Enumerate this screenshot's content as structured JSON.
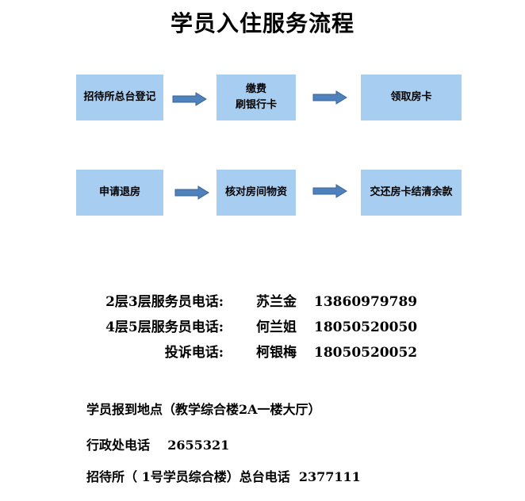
{
  "title": "学员入住服务流程",
  "flow": {
    "row1": [
      "招待所总台登记",
      "缴费\n刷银行卡",
      "领取房卡"
    ],
    "row2": [
      "申请退房",
      "核对房间物资",
      "交还房卡结清余款"
    ]
  },
  "colors": {
    "box_fill": "#a7cdf0",
    "arrow_fill": "#4f81bd",
    "arrow_stroke": "#3a6595"
  },
  "contacts": [
    {
      "label": "2层3层服务员电话:",
      "name": "苏兰金",
      "phone": "13860979789"
    },
    {
      "label": "4层5层服务员电话:",
      "name": "何兰姐",
      "phone": "18050520050"
    },
    {
      "label": "投诉电话:",
      "name": "柯银梅",
      "phone": "18050520052"
    }
  ],
  "info": [
    "学员报到地点（教学综合楼2A一楼大厅）",
    "行政处电话    2655321",
    "招待所（ 1号学员综合楼）总台电话  2377111"
  ]
}
